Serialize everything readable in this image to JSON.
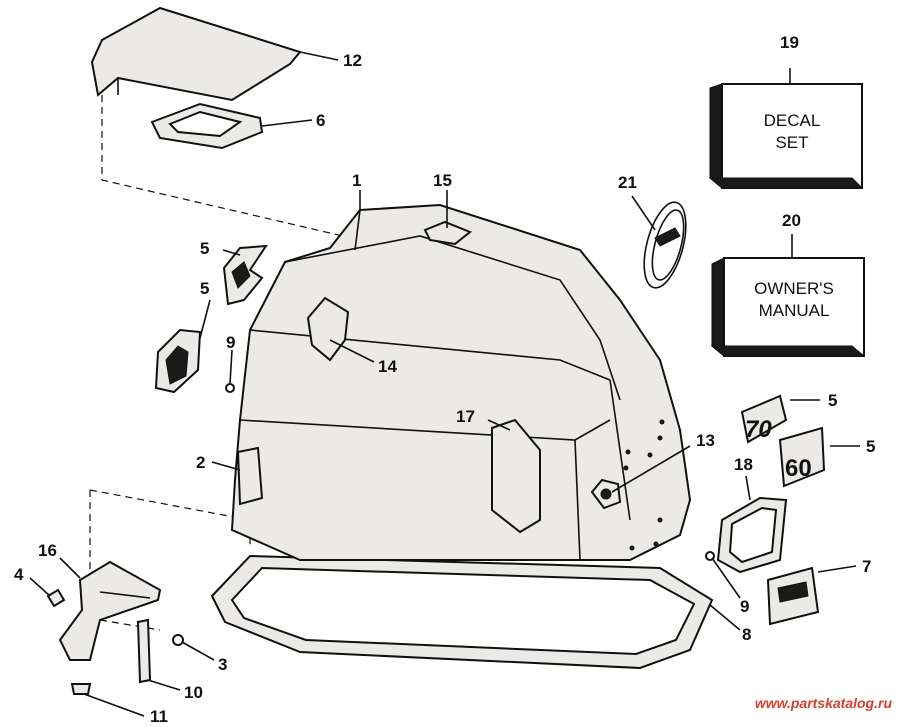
{
  "callouts": {
    "c1": "1",
    "c2": "2",
    "c3": "3",
    "c4": "4",
    "c5a": "5",
    "c5b": "5",
    "c5c": "5",
    "c5d": "5",
    "c6": "6",
    "c7": "7",
    "c8": "8",
    "c9a": "9",
    "c9b": "9",
    "c10": "10",
    "c11": "11",
    "c12": "12",
    "c13": "13",
    "c14": "14",
    "c15": "15",
    "c16": "16",
    "c17": "17",
    "c18": "18",
    "c19": "19",
    "c20": "20",
    "c21": "21"
  },
  "decal_box": {
    "line1": "DECAL",
    "line2": "SET"
  },
  "manual_box": {
    "line1": "OWNER'S",
    "line2": "MANUAL"
  },
  "badges": {
    "b70": "70",
    "b60": "60"
  },
  "watermark": "www.partskatalog.ru"
}
